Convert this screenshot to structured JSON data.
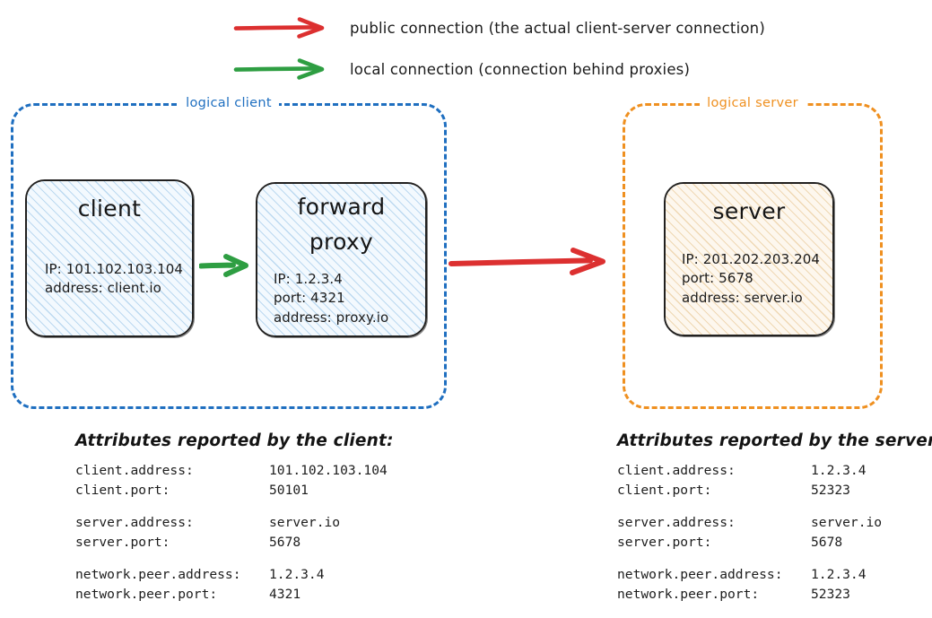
{
  "legend": {
    "items": [
      {
        "icon": "red-arrow-icon",
        "color": "#dc3030",
        "label": "public connection (the actual client-server connection)"
      },
      {
        "icon": "green-arrow-icon",
        "color": "#2e9e42",
        "label": "local connection (connection behind proxies)"
      }
    ]
  },
  "groups": {
    "client": {
      "label": "logical client",
      "color": "#1f6fc0"
    },
    "server": {
      "label": "logical server",
      "color": "#ef9020"
    }
  },
  "nodes": {
    "client": {
      "title": "client",
      "attrs": [
        "IP: 101.102.103.104",
        "address: client.io"
      ]
    },
    "proxy": {
      "title_line1": "forward",
      "title_line2": "proxy",
      "attrs": [
        "IP: 1.2.3.4",
        "port: 4321",
        "address: proxy.io"
      ]
    },
    "server": {
      "title": "server",
      "attrs": [
        "IP: 201.202.203.204",
        "port: 5678",
        "address: server.io"
      ]
    }
  },
  "arrows": {
    "client_to_proxy": {
      "type": "local",
      "color": "#2e9e42"
    },
    "proxy_to_server": {
      "type": "public",
      "color": "#dc3030"
    }
  },
  "attributes_client": {
    "heading": "Attributes reported by the client:",
    "groups": [
      [
        {
          "key": "client.address:",
          "value": "101.102.103.104"
        },
        {
          "key": "client.port:",
          "value": "50101"
        }
      ],
      [
        {
          "key": "server.address:",
          "value": "server.io"
        },
        {
          "key": "server.port:",
          "value": "5678"
        }
      ],
      [
        {
          "key": "network.peer.address:",
          "value": "1.2.3.4"
        },
        {
          "key": "network.peer.port:",
          "value": "4321"
        }
      ]
    ]
  },
  "attributes_server": {
    "heading": "Attributes reported by the server:",
    "groups": [
      [
        {
          "key": "client.address:",
          "value": "1.2.3.4"
        },
        {
          "key": "client.port:",
          "value": "52323"
        }
      ],
      [
        {
          "key": "server.address:",
          "value": "server.io"
        },
        {
          "key": "server.port:",
          "value": "5678"
        }
      ],
      [
        {
          "key": "network.peer.address:",
          "value": "1.2.3.4"
        },
        {
          "key": "network.peer.port:",
          "value": "52323"
        }
      ]
    ]
  }
}
